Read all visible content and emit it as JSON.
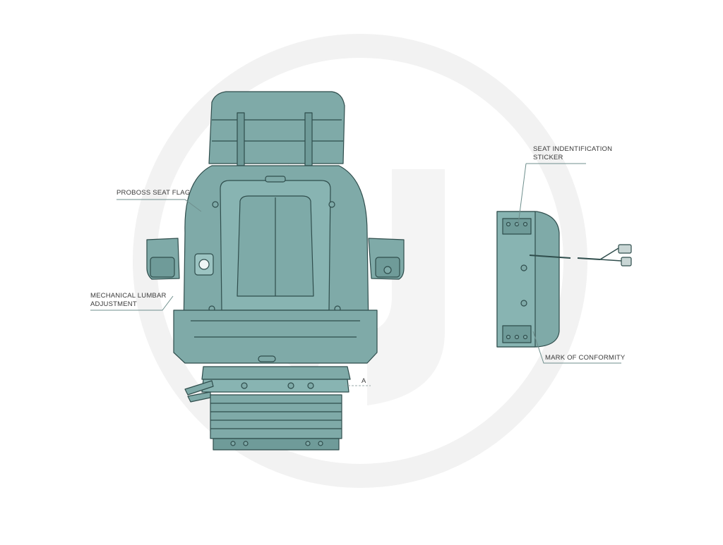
{
  "labels": {
    "proboss_seat_flag": "PROBOSS SEAT FLAG",
    "lumbar_line1": "MECHANICAL LUMBAR",
    "lumbar_line2": "ADJUSTMENT",
    "sticker_line1": "SEAT INDENTIFICATION",
    "sticker_line2": "STICKER",
    "mark_of_conformity": "MARK OF CONFORMITY",
    "dimension_a": "A"
  },
  "colors": {
    "seat_fill": "#7faaa8",
    "seat_stroke": "#2f4d4c",
    "watermark": "#f3f3f3",
    "leader_line": "#6f8f8d"
  }
}
